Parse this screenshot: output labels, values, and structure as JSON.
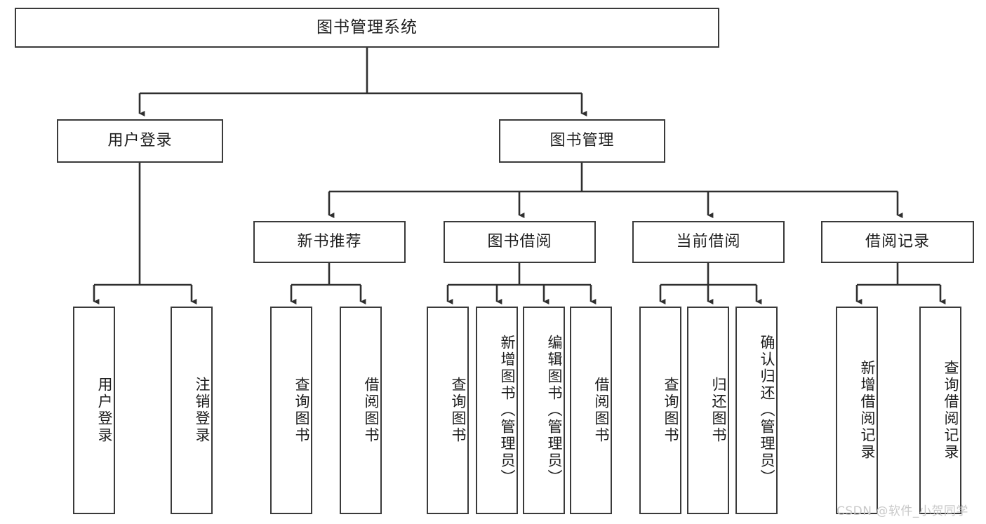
{
  "diagram": {
    "type": "tree",
    "title_node": {
      "label": "图书管理系统"
    },
    "level2": [
      {
        "label": "用户登录"
      },
      {
        "label": "图书管理"
      }
    ],
    "level3": [
      {
        "label": "新书推荐"
      },
      {
        "label": "图书借阅"
      },
      {
        "label": "当前借阅"
      },
      {
        "label": "借阅记录"
      }
    ],
    "leaves": {
      "user_login": [
        {
          "label": "用户登录"
        },
        {
          "label": "注销登录"
        }
      ],
      "new_book_recommend": [
        {
          "label": "查询图书"
        },
        {
          "label": "借阅图书"
        }
      ],
      "book_borrow": [
        {
          "label": "查询图书"
        },
        {
          "label": "新增图书（管理员）"
        },
        {
          "label": "编辑图书（管理员）"
        },
        {
          "label": "借阅图书"
        }
      ],
      "current_borrow": [
        {
          "label": "查询图书"
        },
        {
          "label": "归还图书"
        },
        {
          "label": "确认归还（管理员）"
        }
      ],
      "borrow_record": [
        {
          "label": "新增借阅记录"
        },
        {
          "label": "查询借阅记录"
        }
      ]
    }
  },
  "watermark": {
    "text": "CSDN @软件_小贺同学"
  },
  "colors": {
    "border": "#3a3a3a",
    "background": "#ffffff",
    "text": "#1d1d1d",
    "watermark": "#c9c9c9"
  }
}
